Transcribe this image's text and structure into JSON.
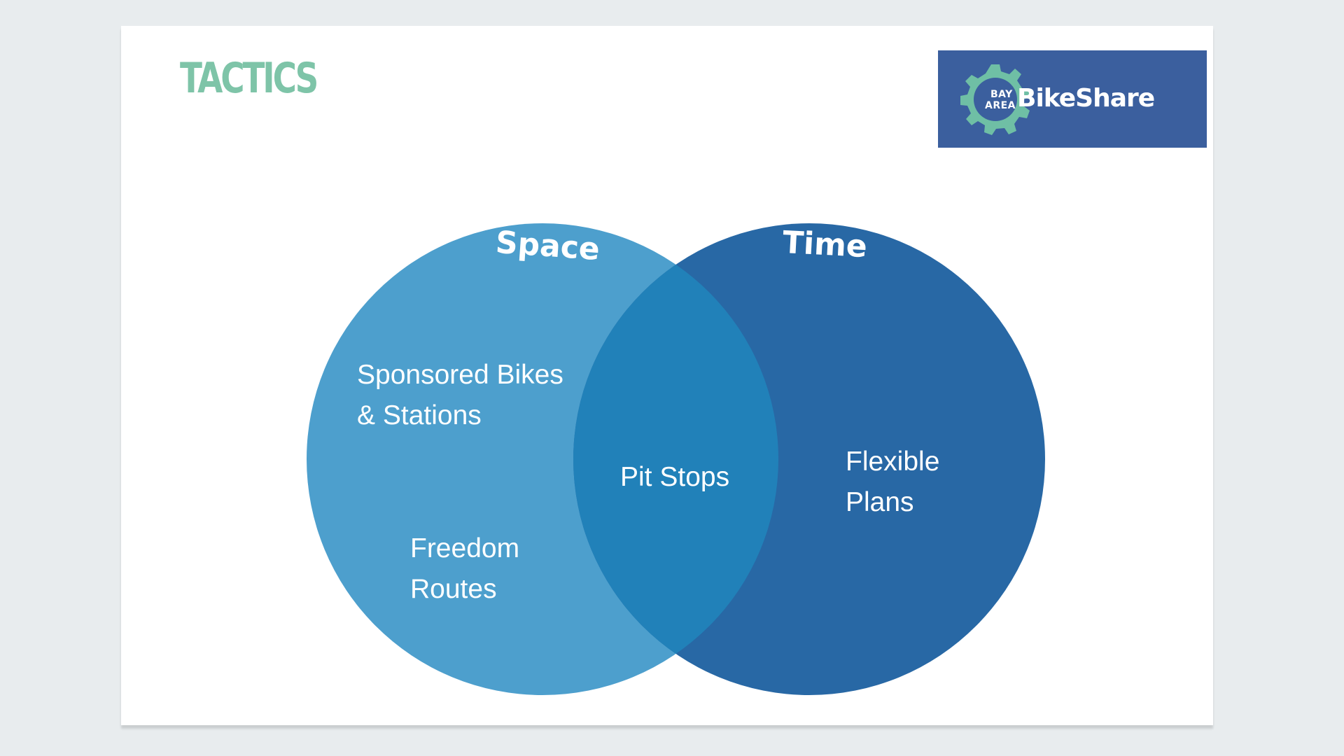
{
  "slide": {
    "title": "TACTICS",
    "logo": {
      "line1": "BAY",
      "line2": "AREA",
      "name": "BikeShare"
    }
  },
  "diagram": {
    "left_circle": {
      "label": "Space",
      "color": "#4d9fcd",
      "items": [
        "Sponsored Bikes\n& Stations",
        "Freedom\nRoutes"
      ]
    },
    "right_circle": {
      "label": "Time",
      "color": "#2868a5",
      "items": [
        "Flexible\nPlans"
      ]
    },
    "intersection": {
      "color": "#2181b9",
      "items": [
        "Pit Stops"
      ]
    }
  },
  "colors": {
    "title": "#7ec4a8",
    "logo_bg": "#3b5f9e",
    "logo_gear": "#6fbfa5",
    "background": "#e8ecee"
  }
}
